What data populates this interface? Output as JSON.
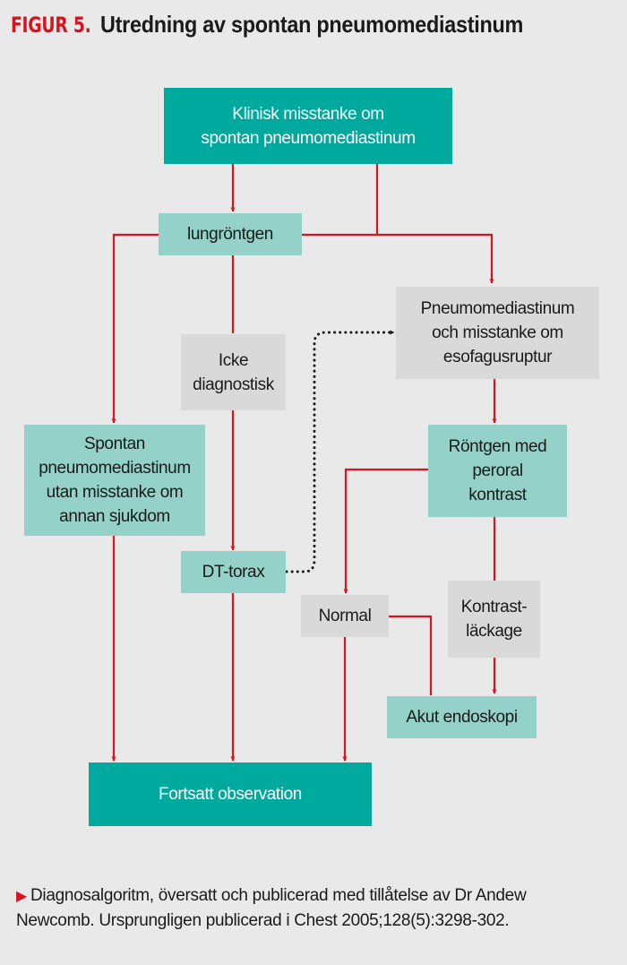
{
  "title": {
    "figure_label": "FIGUR 5.",
    "text": "Utredning av spontan pneumomediastinum"
  },
  "colors": {
    "accent_red": "#d7141f",
    "dark_teal": "#00a99d",
    "light_teal": "#93d1c9",
    "grey_box": "#d9d9d9",
    "background": "#e9e9e9"
  },
  "nodes": {
    "klinisk": "Klinisk misstanke om\nspontan pneumomediastinum",
    "lungrontgen": "lungröntgen",
    "icke": "Icke\ndiagnostisk",
    "spontan": "Spontan\npneumomediastinum\nutan misstanke om\nannan sjukdom",
    "pneumo_esofagus": "Pneumomediastinum\noch misstanke om\nesofagusruptur",
    "rontgen_kontrast": "Röntgen med\nperoral\nkontrast",
    "dt_torax": "DT-torax",
    "normal": "Normal",
    "kontrastlackage": "Kontrast-\nläckage",
    "akut_endoskopi": "Akut endoskopi",
    "fortsatt": "Fortsatt observation"
  },
  "edges": [
    {
      "from": "klinisk",
      "to": "lungrontgen",
      "style": "solid"
    },
    {
      "from": "klinisk",
      "to": "pneumo_esofagus",
      "style": "solid"
    },
    {
      "from": "lungrontgen",
      "to": "spontan",
      "style": "solid"
    },
    {
      "from": "lungrontgen",
      "to": "pneumo_esofagus",
      "style": "solid"
    },
    {
      "from": "lungrontgen",
      "to": "icke",
      "style": "solid"
    },
    {
      "from": "icke",
      "to": "dt_torax",
      "style": "solid"
    },
    {
      "from": "dt_torax",
      "to": "pneumo_esofagus",
      "style": "dotted"
    },
    {
      "from": "pneumo_esofagus",
      "to": "rontgen_kontrast",
      "style": "solid"
    },
    {
      "from": "rontgen_kontrast",
      "to": "normal",
      "style": "solid"
    },
    {
      "from": "rontgen_kontrast",
      "to": "kontrastlackage",
      "style": "solid"
    },
    {
      "from": "kontrastlackage",
      "to": "akut_endoskopi",
      "style": "solid"
    },
    {
      "from": "akut_endoskopi",
      "to": "normal",
      "style": "solid"
    },
    {
      "from": "spontan",
      "to": "fortsatt",
      "style": "solid"
    },
    {
      "from": "dt_torax",
      "to": "fortsatt",
      "style": "solid"
    },
    {
      "from": "normal",
      "to": "fortsatt",
      "style": "solid"
    }
  ],
  "caption": {
    "text": "Diagnosalgoritm, översatt och publicerad med tillåtelse av Dr Andew Newcomb. Ursprungligen publicerad i Chest 2005;128(5):3298-302."
  }
}
